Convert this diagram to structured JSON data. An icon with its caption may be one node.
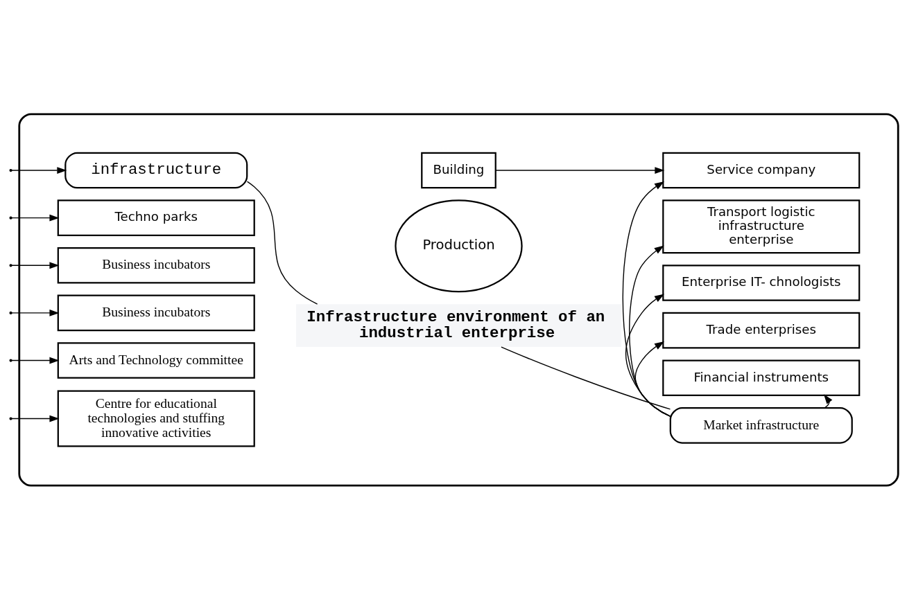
{
  "diagram": {
    "nodes": [
      {
        "text": [],
        "shape": "ellipse"
      },
      {
        "text": [
          "Infrastructure environment of an industrial enterprise"
        ],
        "in": 0
      },
      {
        "text": [
          "infrastructure"
        ],
        "in": 0
      },
      {
        "text": [
          "Techno parks"
        ],
        "in": 0
      },
      {
        "text": [
          "Business incubators"
        ],
        "in": 0
      },
      {
        "text": [
          "Business incubators"
        ],
        "in": 0
      },
      {
        "text": [
          "Arts and Technology committee"
        ],
        "in": 0
      },
      {
        "text": [
          "Centre for educational technologies and stuffing innovative activities"
        ],
        "in": 0
      },
      {
        "text": [
          "Production"
        ],
        "in": 0
      },
      {
        "text": [
          "Market infrastructure"
        ],
        "in": 0
      },
      {
        "text": [
          "Financial instruments"
        ],
        "in": 0
      },
      {
        "text": [
          "Trade enterprises"
        ],
        "in": 0
      },
      {
        "text": [
          "Enterprise IT- chnologists"
        ],
        "in": 0
      },
      {
        "text": [
          "Transport logistic infrastructure enterprise"
        ],
        "in": 0
      },
      {
        "text": [
          "Service company"
        ],
        "in": 0
      },
      {
        "text": [
          "Building"
        ],
        "in": 0
      }
    ],
    "edges": [
      {
        "from": 1,
        "to": 2,
        "arrow": "none"
      },
      {
        "from": 1,
        "to": 9,
        "arrow": "none"
      },
      {
        "from": null,
        "to": 2,
        "arrow": "to"
      },
      {
        "from": null,
        "to": 3,
        "arrow": "to"
      },
      {
        "from": null,
        "to": 4,
        "arrow": "to"
      },
      {
        "from": null,
        "to": 5,
        "arrow": "to"
      },
      {
        "from": null,
        "to": 6,
        "arrow": "to"
      },
      {
        "from": null,
        "to": 7,
        "arrow": "to"
      },
      {
        "from": 9,
        "to": 10,
        "arrow": "to"
      },
      {
        "from": 9,
        "to": 11,
        "arrow": "to"
      },
      {
        "from": 9,
        "to": 12,
        "arrow": "to"
      },
      {
        "from": 9,
        "to": 13,
        "arrow": "to"
      },
      {
        "from": 9,
        "to": 14,
        "arrow": "to"
      },
      {
        "from": 15,
        "to": 14,
        "arrow": "to"
      }
    ]
  }
}
